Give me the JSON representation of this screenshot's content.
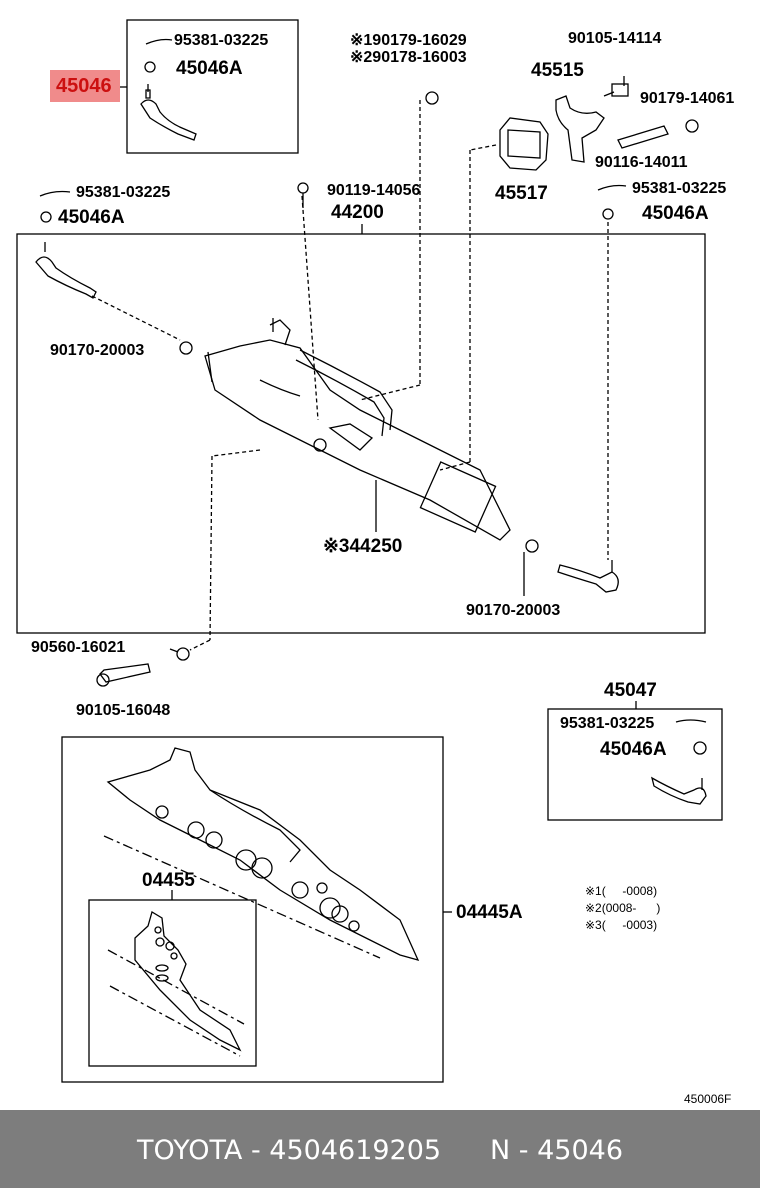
{
  "highlighted_part": "45046",
  "labels": {
    "top_left_clip": "95381-03225",
    "top_left_nut": "45046A",
    "top_center_note1": "※190179-16029",
    "top_center_note2": "※290178-16003",
    "bolt_top": "90105-14114",
    "bracket": "45515",
    "nut_right": "90179-14061",
    "bushing": "45517",
    "stud": "90116-14011",
    "left_clip": "95381-03225",
    "left_nut": "45046A",
    "bolt_center": "90119-14056",
    "rack_assembly": "44200",
    "right_clip": "95381-03225",
    "right_nut": "45046A",
    "left_end_nut": "90170-20003",
    "gear_housing": "※344250",
    "right_end_nut": "90170-20003",
    "washer": "90560-16021",
    "lower_bolt": "90105-16048",
    "end_assy": "45047",
    "end_assy_clip": "95381-03225",
    "end_assy_nut": "45046A",
    "gasket_kit": "04455",
    "gasket_kit_assy": "04445A",
    "note1": "※1(     -0008)",
    "note2": "※2(0008-      )",
    "note3": "※3(     -0003)",
    "diagram_code": "450006F"
  },
  "footer": {
    "brand_part": "TOYOTA - 4504619205",
    "catalog_ref": "N - 45046"
  },
  "colors": {
    "highlight_bg": "#f08b8b",
    "highlight_text": "#cc1010",
    "footer_bg": "#7d7d7d"
  }
}
